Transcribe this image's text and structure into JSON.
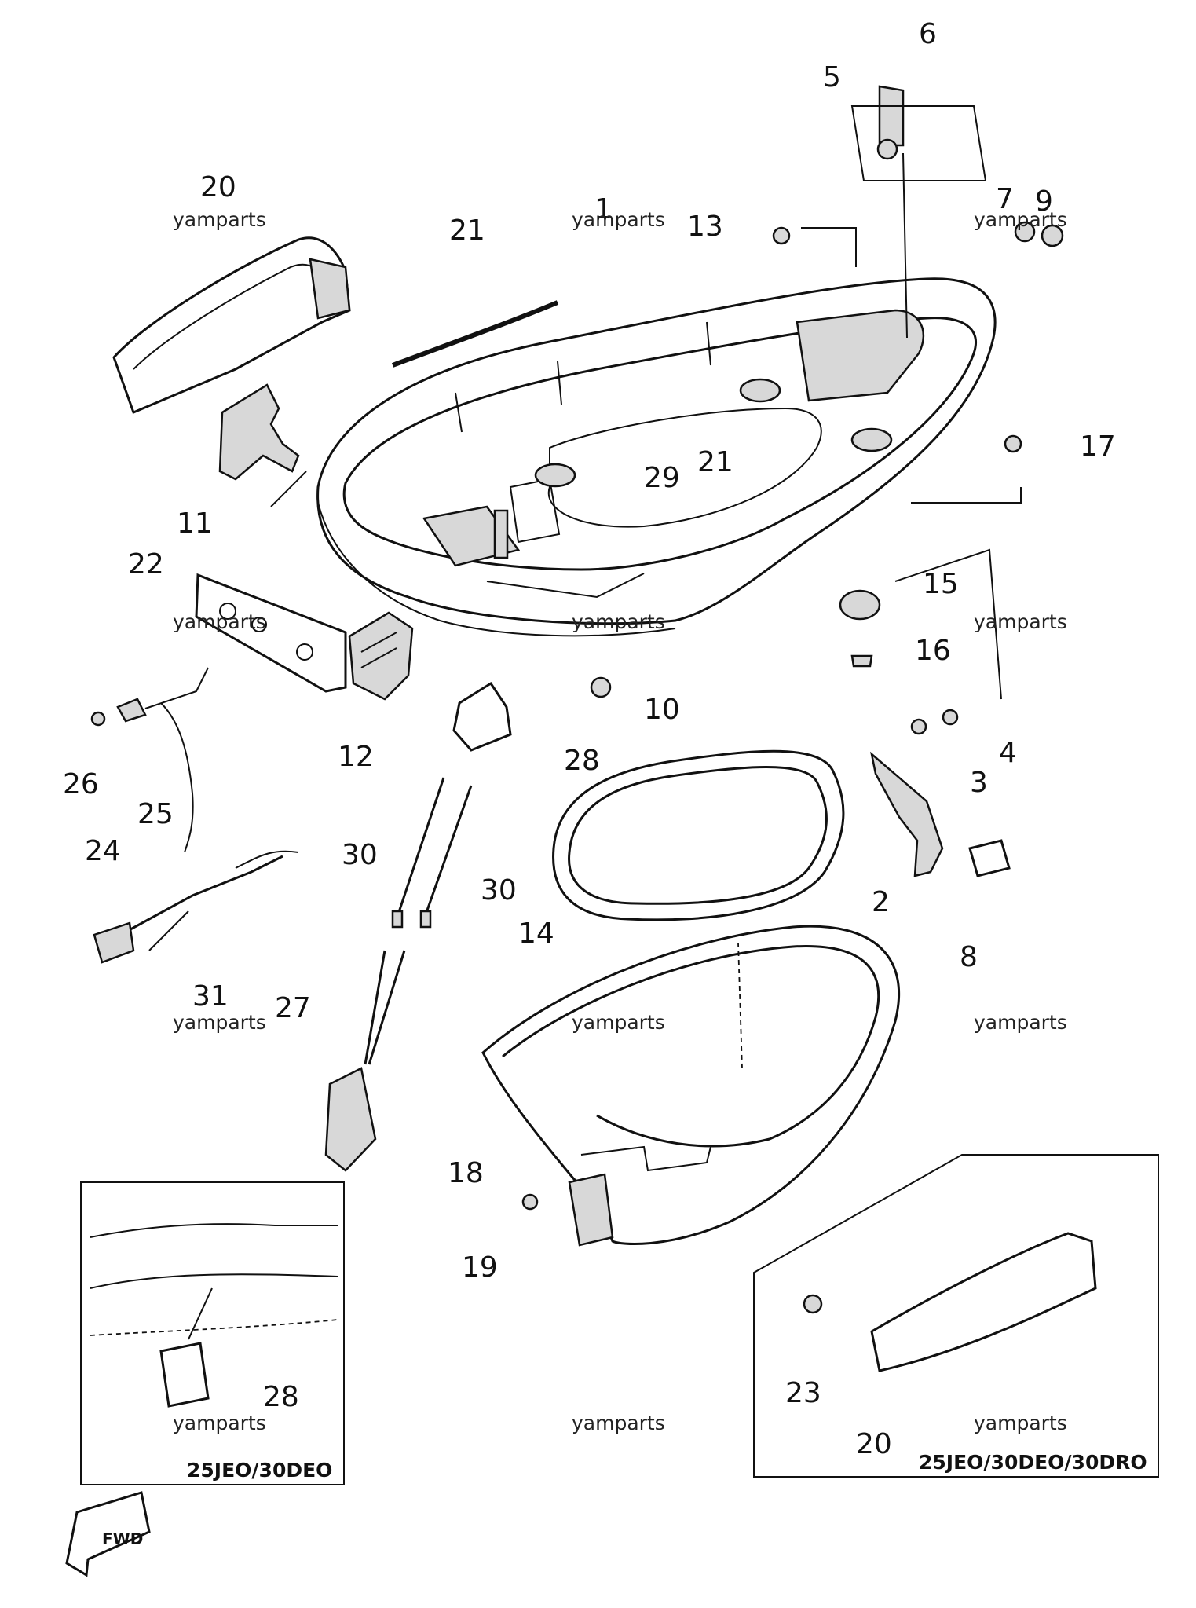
{
  "diagram": {
    "callouts": [
      "1",
      "2",
      "3",
      "4",
      "5",
      "6",
      "7",
      "8",
      "9",
      "10",
      "11",
      "12",
      "13",
      "14",
      "15",
      "16",
      "17",
      "18",
      "19",
      "20",
      "21",
      "21",
      "22",
      "23",
      "24",
      "25",
      "26",
      "27",
      "28",
      "29",
      "30",
      "30",
      "31",
      "28",
      "20"
    ],
    "watermark": "yamparts",
    "insets": {
      "left_caption": "25JEO/30DEO",
      "right_caption": "25JEO/30DEO/30DRO"
    },
    "direction_arrow": {
      "label": "FWD"
    }
  }
}
